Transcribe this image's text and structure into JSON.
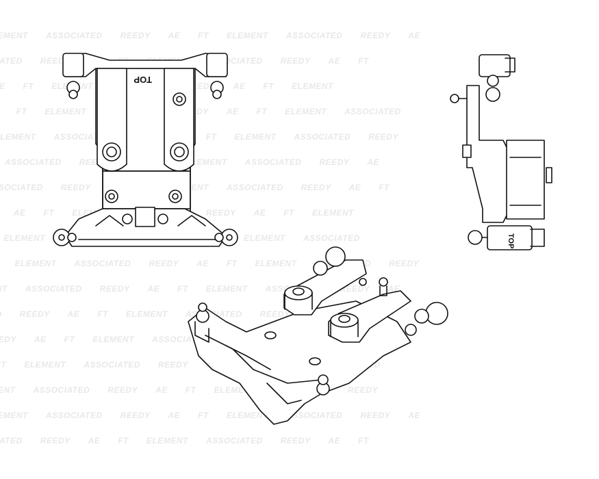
{
  "watermark": {
    "brands": [
      "ELEMENT",
      "ASSOCIATED",
      "REEDY",
      "AE",
      "FT"
    ]
  },
  "views": {
    "top": {
      "part_label": "TOP"
    },
    "side": {
      "part_label": "TOP"
    },
    "iso": {}
  },
  "colors": {
    "line": "#111111",
    "fill": "#ffffff",
    "watermark": "#e8e8e8"
  }
}
